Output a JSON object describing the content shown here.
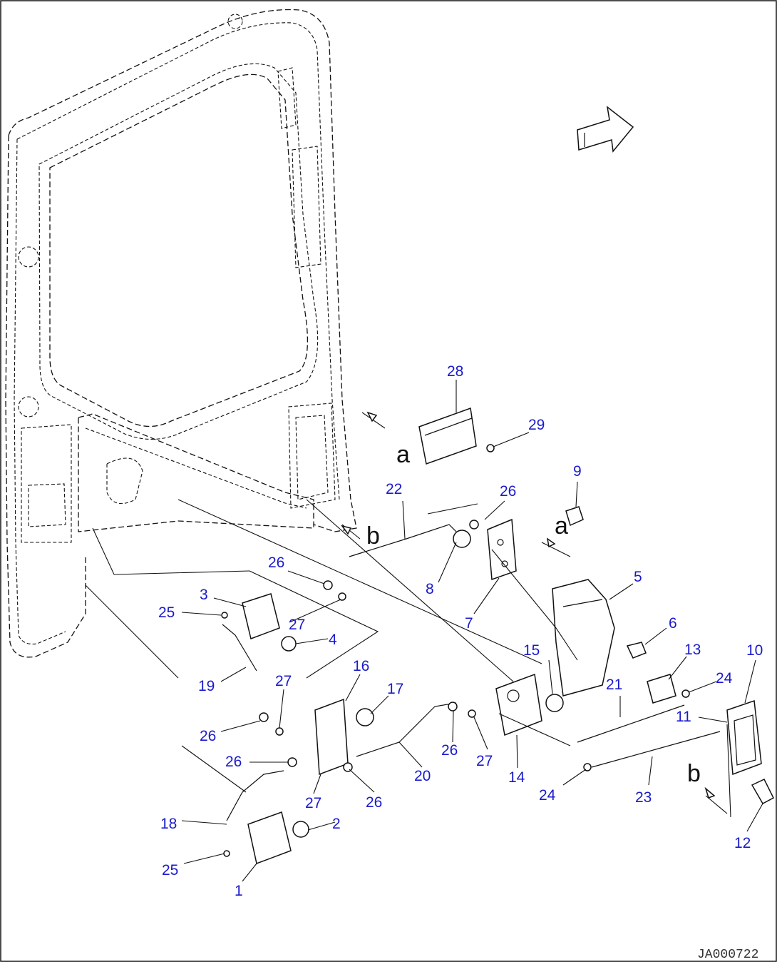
{
  "callouts": [
    {
      "id": "c1",
      "text": "1"
    },
    {
      "id": "c2",
      "text": "2"
    },
    {
      "id": "c3",
      "text": "3"
    },
    {
      "id": "c4",
      "text": "4"
    },
    {
      "id": "c5",
      "text": "5"
    },
    {
      "id": "c6",
      "text": "6"
    },
    {
      "id": "c7",
      "text": "7"
    },
    {
      "id": "c8",
      "text": "8"
    },
    {
      "id": "c9",
      "text": "9"
    },
    {
      "id": "c10",
      "text": "10"
    },
    {
      "id": "c11",
      "text": "11"
    },
    {
      "id": "c12",
      "text": "12"
    },
    {
      "id": "c13",
      "text": "13"
    },
    {
      "id": "c14",
      "text": "14"
    },
    {
      "id": "c15",
      "text": "15"
    },
    {
      "id": "c16",
      "text": "16"
    },
    {
      "id": "c17",
      "text": "17"
    },
    {
      "id": "c18",
      "text": "18"
    },
    {
      "id": "c19",
      "text": "19"
    },
    {
      "id": "c20",
      "text": "20"
    },
    {
      "id": "c21",
      "text": "21"
    },
    {
      "id": "c22",
      "text": "22"
    },
    {
      "id": "c23",
      "text": "23"
    },
    {
      "id": "c24a",
      "text": "24"
    },
    {
      "id": "c24b",
      "text": "24"
    },
    {
      "id": "c25a",
      "text": "25"
    },
    {
      "id": "c25b",
      "text": "25"
    },
    {
      "id": "c26a",
      "text": "26"
    },
    {
      "id": "c26b",
      "text": "26"
    },
    {
      "id": "c26c",
      "text": "26"
    },
    {
      "id": "c26d",
      "text": "26"
    },
    {
      "id": "c26e",
      "text": "26"
    },
    {
      "id": "c26f",
      "text": "26"
    },
    {
      "id": "c27a",
      "text": "27"
    },
    {
      "id": "c27b",
      "text": "27"
    },
    {
      "id": "c27c",
      "text": "27"
    },
    {
      "id": "c27d",
      "text": "27"
    },
    {
      "id": "c28",
      "text": "28"
    },
    {
      "id": "c29",
      "text": "29"
    }
  ],
  "ref_letters": {
    "a": "a",
    "b": "b"
  },
  "drawing_code": "JA000722",
  "colors": {
    "callout": "#1a1acc",
    "line": "#111111",
    "background": "#ffffff"
  }
}
